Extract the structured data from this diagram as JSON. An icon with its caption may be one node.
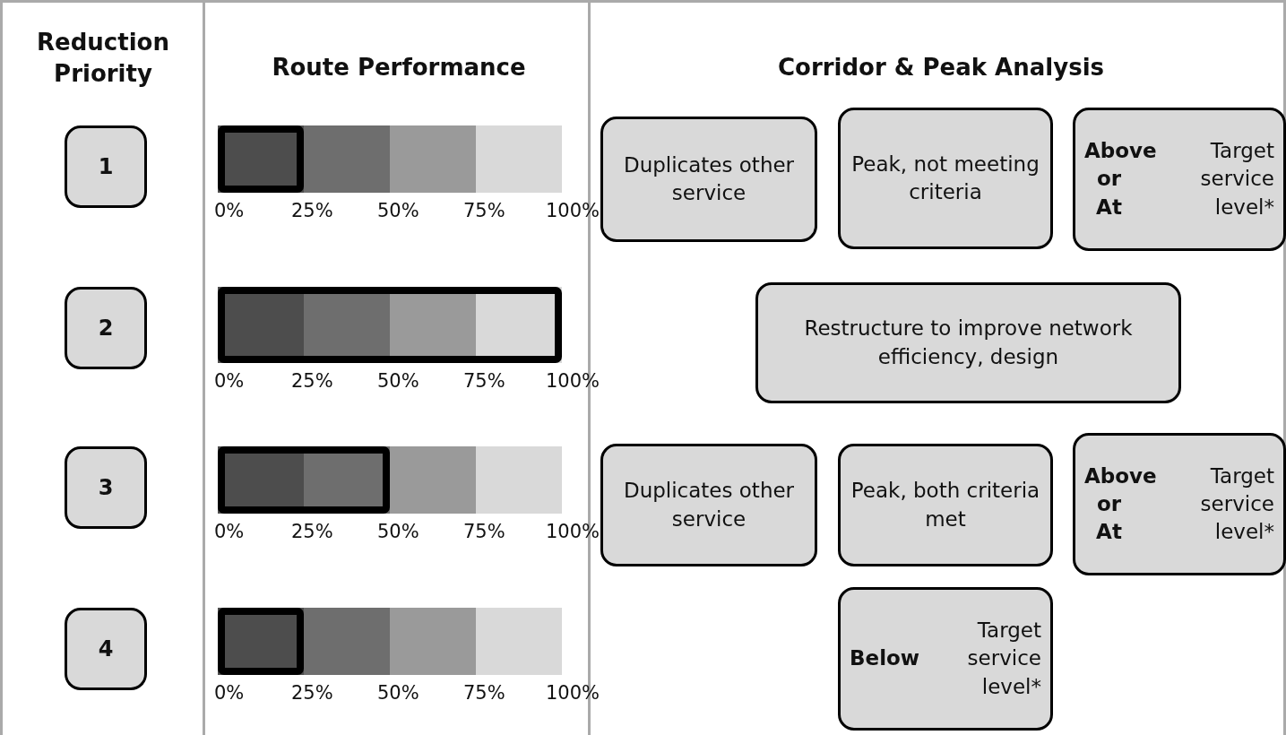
{
  "diagram": {
    "nodes": [
      {
        "text": [
          "1"
        ]
      },
      {
        "text": [],
        "shape": "bar",
        "beside": [
          "0%",
          "25%",
          "50%",
          "75%",
          "100%"
        ]
      },
      {
        "text": [
          "Duplicates other service"
        ]
      },
      {
        "text": [
          "Peak, not meeting criteria"
        ]
      },
      {
        "text": [
          "Above or At",
          "Target service level*"
        ]
      },
      {
        "text": [
          "2"
        ]
      },
      {
        "text": [],
        "shape": "bar",
        "beside": [
          "0%",
          "25%",
          "50%",
          "75%",
          "100%"
        ]
      },
      {
        "text": [
          "Restructure to improve network efficiency, design"
        ]
      },
      {
        "text": [
          "3"
        ]
      },
      {
        "text": [],
        "shape": "bar",
        "beside": [
          "0%",
          "25%",
          "50%",
          "75%",
          "100%"
        ]
      },
      {
        "text": [
          "Duplicates other service"
        ]
      },
      {
        "text": [
          "Peak, both criteria met"
        ]
      },
      {
        "text": [
          "Above or At",
          "Target service level*"
        ]
      },
      {
        "text": [
          "4"
        ]
      },
      {
        "text": [],
        "shape": "bar",
        "beside": [
          "0%",
          "25%",
          "50%",
          "75%",
          "100%"
        ]
      },
      {
        "text": [
          "Below",
          "Target service level*"
        ]
      }
    ],
    "labels": [
      "Reduction Priority",
      "Route Performance",
      "Corridor & Peak Analysis"
    ]
  }
}
